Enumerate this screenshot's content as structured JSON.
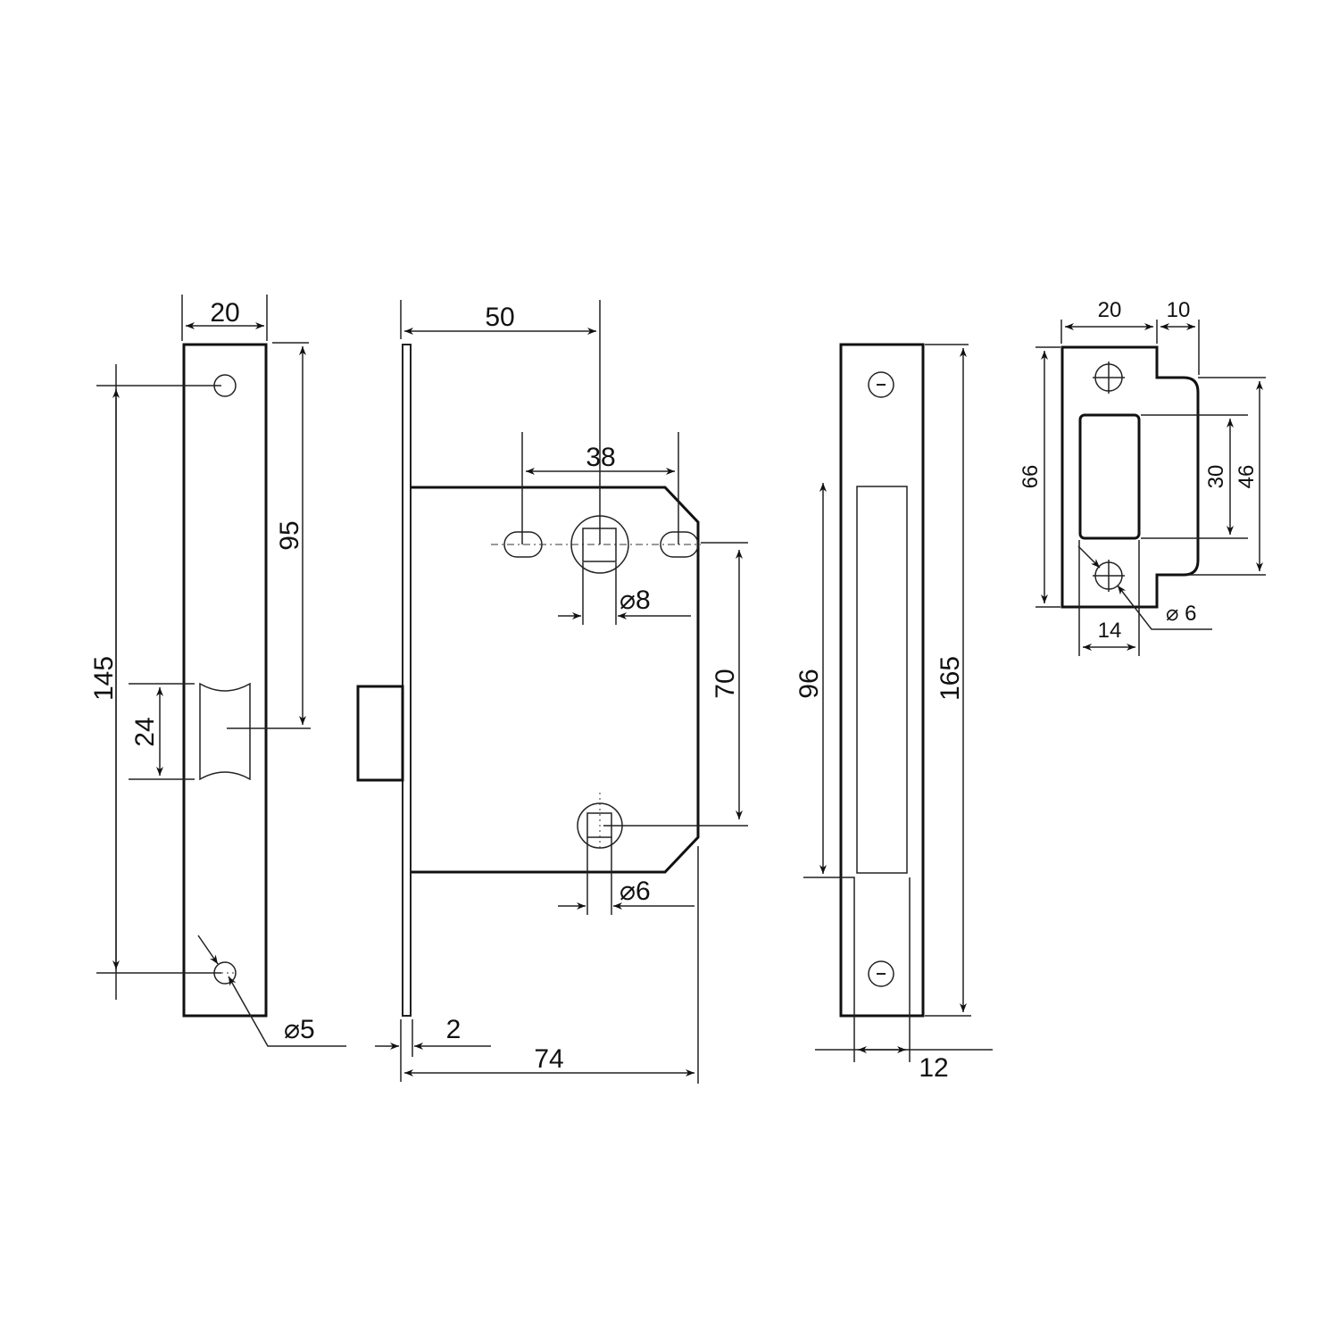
{
  "drawing": {
    "subject": "Mortise lock technical drawing",
    "line_color": "#111111",
    "background": "#ffffff"
  },
  "faceplate_view": {
    "width": "20",
    "total_hole_spacing": "145",
    "top_to_latch": "95",
    "latch_height": "24",
    "hole_diameter": "⌀5"
  },
  "side_view": {
    "backset": "50",
    "slot_spacing": "38",
    "spindle_diameter": "⌀8",
    "spindle_to_key": "70",
    "key_diameter": "⌀6",
    "plate_thickness": "2",
    "body_depth": "74"
  },
  "front_plate_view": {
    "cutout_height": "96",
    "plate_height": "165",
    "body_thickness": "12"
  },
  "strike_plate_view": {
    "width": "20",
    "lip": "10",
    "height": "66",
    "opening_height": "30",
    "lip_height": "46",
    "hole_diameter": "⌀ 6",
    "hole_spacing": "14"
  }
}
